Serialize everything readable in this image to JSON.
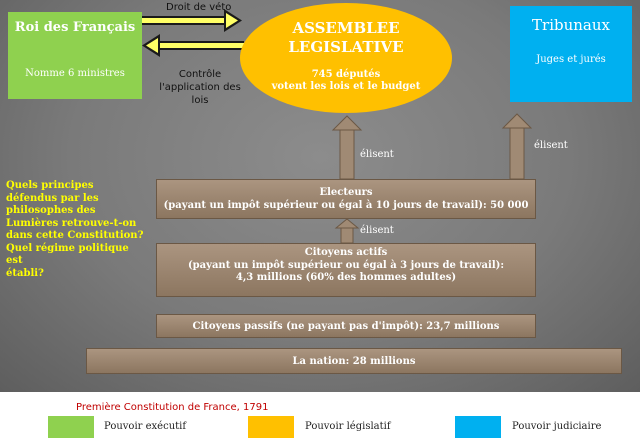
{
  "roi": {
    "title": "Roi des Français",
    "subtitle": "Nomme 6 ministres"
  },
  "assemblee": {
    "title_line1": "ASSEMBLEE",
    "title_line2": "LEGISLATIVE",
    "sub_line1": "745 députés",
    "sub_line2": "votent les lois et le budget"
  },
  "tribunaux": {
    "title": "Tribunaux",
    "subtitle": "Juges et jurés"
  },
  "arrows": {
    "veto_label": "Droit de véto",
    "controle_line1": "Contrôle",
    "controle_line2": "l'application des",
    "controle_line3": "lois",
    "elisent_1": "élisent",
    "elisent_2": "élisent",
    "elisent_3": "élisent"
  },
  "pyramid": {
    "electeurs_line1": "Electeurs",
    "electeurs_line2": "(payant un impôt supérieur ou égal à 10 jours de travail): 50 000",
    "actifs_line1": "Citoyens actifs",
    "actifs_line2": "(payant un impôt supérieur ou égal à 3 jours de travail):",
    "actifs_line3": "4,3 millions (60% des hommes adultes)",
    "passifs": "Citoyens passifs (ne payant pas d'impôt): 23,7 millions",
    "nation": "La nation: 28 millions"
  },
  "question": {
    "line1": "Quels principes",
    "line2": "défendus par les",
    "line3": "philosophes des",
    "line4": "Lumières retrouve-t-on",
    "line5": "dans cette Constitution?",
    "line6": "Quel régime politique est",
    "line7": "établi?"
  },
  "footer": {
    "title": "Première Constitution de France, 1791",
    "legend": [
      {
        "label": "Pouvoir exécutif",
        "color": "#8fd14f"
      },
      {
        "label": "Pouvoir législatif",
        "color": "#ffc000"
      },
      {
        "label": "Pouvoir judiciaire",
        "color": "#00b0f0"
      }
    ]
  },
  "colors": {
    "executif": "#8fd14f",
    "legislatif": "#ffc000",
    "judiciaire": "#00b0f0",
    "question": "#ffff00",
    "footer_title": "#c00000"
  }
}
